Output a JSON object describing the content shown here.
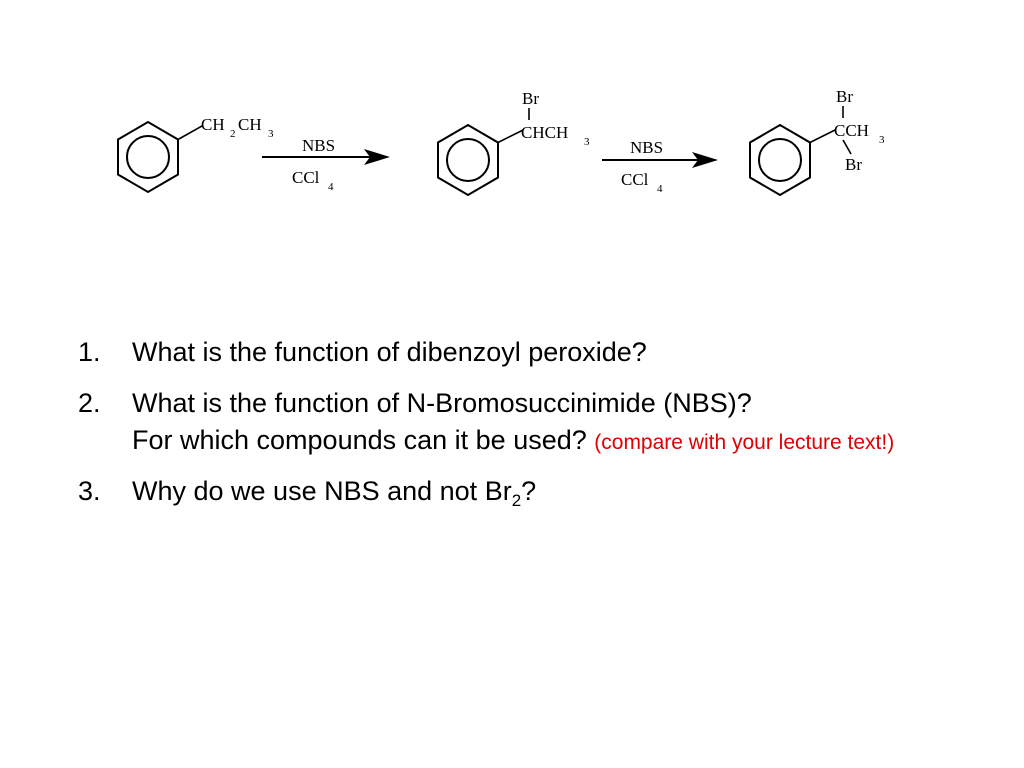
{
  "scheme": {
    "start": {
      "label_main_1": "CH",
      "label_sub_1": "2",
      "label_main_2": "CH",
      "label_sub_2": "3"
    },
    "step1": {
      "reagent": "NBS",
      "solvent_main": "CCl",
      "solvent_sub": "4"
    },
    "middle": {
      "top_substituent": "Br",
      "label_main": "CHCH",
      "label_sub": "3"
    },
    "step2": {
      "reagent": "NBS",
      "solvent_main": "CCl",
      "solvent_sub": "4"
    },
    "product": {
      "top_substituent": "Br",
      "label_main": "CCH",
      "label_sub": "3",
      "bottom_substituent": "Br"
    }
  },
  "questions": [
    {
      "number": "1.",
      "text": "What is the function of dibenzoyl peroxide?"
    },
    {
      "number": "2.",
      "text_line1": "What is the function of N-Bromosuccinimide (NBS)?",
      "text_line2": "For which compounds can it be used? ",
      "note": "(compare with your lecture text!)"
    },
    {
      "number": "3.",
      "text_main": "Why do we use NBS and not Br",
      "text_sub": "2",
      "text_end": "?"
    }
  ],
  "colors": {
    "text": "#000000",
    "note": "#e00000",
    "background": "#ffffff"
  }
}
